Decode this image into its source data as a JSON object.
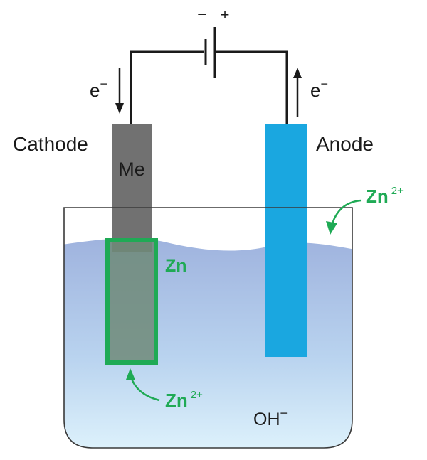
{
  "battery": {
    "minus_label": "−",
    "plus_label": "+"
  },
  "electron_flow": {
    "left": {
      "label": "e",
      "superscript": "−"
    },
    "right": {
      "label": "e",
      "superscript": "−"
    }
  },
  "cathode": {
    "title": "Cathode",
    "metal_label": "Me",
    "deposit_label": "Zn"
  },
  "anode": {
    "title": "Anode"
  },
  "ions": {
    "zinc_top": {
      "symbol": "Zn",
      "charge": "2+"
    },
    "zinc_bottom": {
      "symbol": "Zn",
      "charge": "2+"
    },
    "hydroxide": {
      "symbol": "OH",
      "charge": "−"
    }
  },
  "colors": {
    "wire": "#1a1a1a",
    "cathode_metal": "#707070",
    "anode_metal": "#1aa7e0",
    "zinc_green": "#1faa55",
    "electrolyte_top": "#9fb3de",
    "electrolyte_bottom": "#d6effb",
    "container_stroke": "#3a3a3a"
  }
}
